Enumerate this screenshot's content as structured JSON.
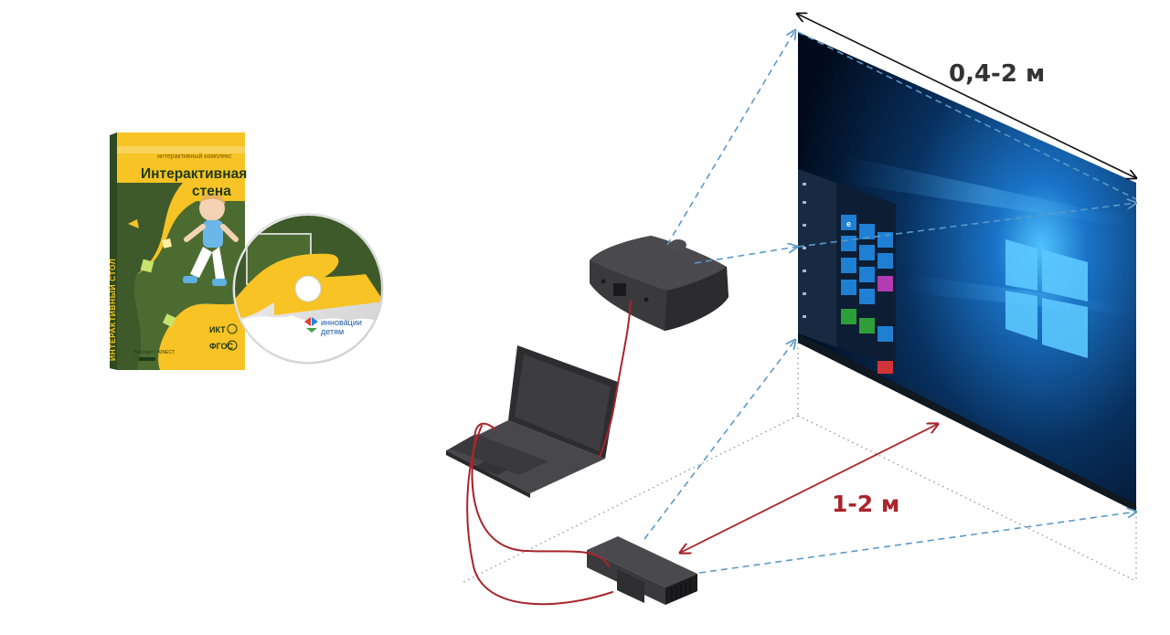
{
  "product": {
    "spine_text": "ИНТЕРАКТИВНЫЙ СТОЛ",
    "subtitle": "интерактивный комплекс",
    "title_line1": "Интерактивная",
    "title_line2": "стена",
    "badge_ikt": "ИКТ",
    "badge_fgos": "ФГОС",
    "works_with": "Работает с KINECT",
    "disc_brand_line1": "инновации",
    "disc_brand_line2": "детям"
  },
  "dimensions": {
    "screen_width": "0,4-2 м",
    "sensor_distance": "1-2 м"
  },
  "colors": {
    "box_yellow": "#f7c325",
    "box_green": "#3f5a2a",
    "projection_line": "#5b9ac9",
    "cable": "#a8252b",
    "distance_label": "#a8252b",
    "device": "#3a3a3d",
    "screen_bg": "#0b2a55",
    "start_blue": "#1e7fd3"
  }
}
